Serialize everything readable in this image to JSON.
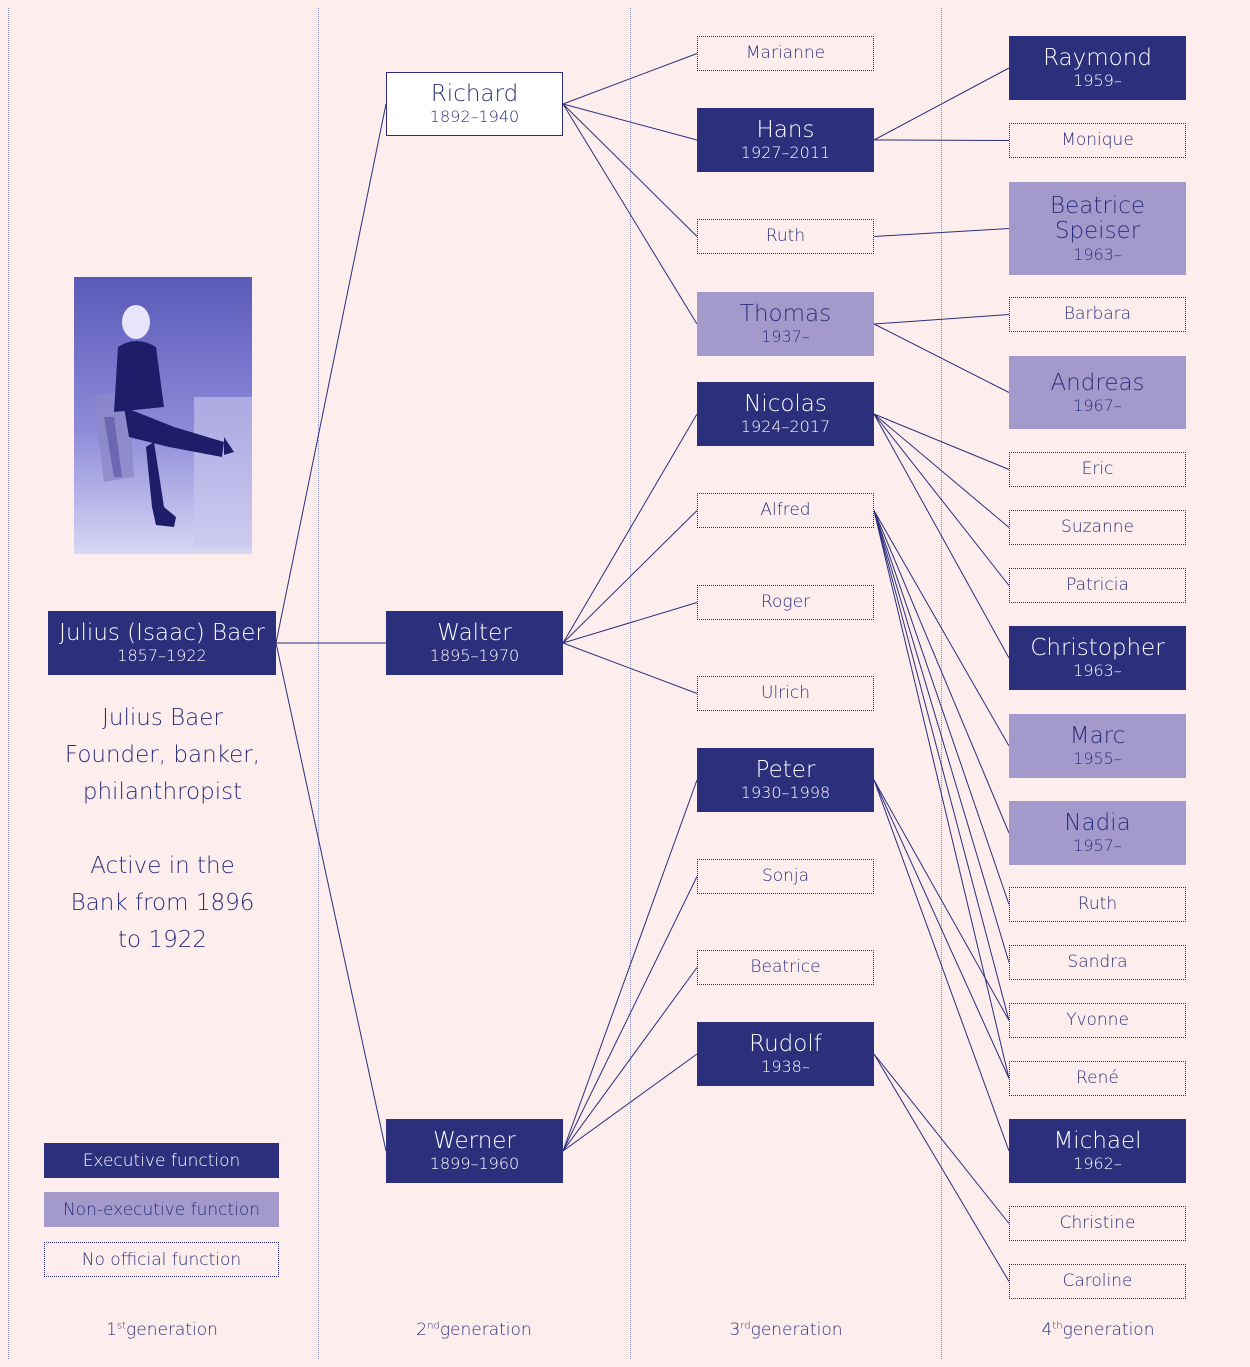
{
  "founder": {
    "name": "Julius (Isaac) Baer",
    "years": "1857–1922",
    "caption": [
      "Julius Baer",
      "Founder, banker,",
      "philanthropist",
      "",
      "Active in the",
      "Bank from 1896",
      "to 1922"
    ]
  },
  "nodes": [
    {
      "id": "julius",
      "name": "Julius (Isaac) Baer",
      "years": "1857–1922",
      "type": "exec"
    },
    {
      "id": "richard",
      "name": "Richard",
      "years": "1892–1940",
      "type": "plain"
    },
    {
      "id": "walter",
      "name": "Walter",
      "years": "1895–1970",
      "type": "exec"
    },
    {
      "id": "werner",
      "name": "Werner",
      "years": "1899–1960",
      "type": "exec"
    },
    {
      "id": "marianne",
      "name": "Marianne",
      "years": "",
      "type": "none"
    },
    {
      "id": "hans",
      "name": "Hans",
      "years": "1927–2011",
      "type": "exec"
    },
    {
      "id": "ruth3",
      "name": "Ruth",
      "years": "",
      "type": "none"
    },
    {
      "id": "thomas",
      "name": "Thomas",
      "years": "1937–",
      "type": "nonexec"
    },
    {
      "id": "nicolas",
      "name": "Nicolas",
      "years": "1924–2017",
      "type": "exec"
    },
    {
      "id": "alfred",
      "name": "Alfred",
      "years": "",
      "type": "none"
    },
    {
      "id": "roger",
      "name": "Roger",
      "years": "",
      "type": "none"
    },
    {
      "id": "ulrich",
      "name": "Ulrich",
      "years": "",
      "type": "none"
    },
    {
      "id": "peter",
      "name": "Peter",
      "years": "1930–1998",
      "type": "exec"
    },
    {
      "id": "sonja",
      "name": "Sonja",
      "years": "",
      "type": "none"
    },
    {
      "id": "beatrice3",
      "name": "Beatrice",
      "years": "",
      "type": "none"
    },
    {
      "id": "rudolf",
      "name": "Rudolf",
      "years": "1938–",
      "type": "exec"
    },
    {
      "id": "raymond",
      "name": "Raymond",
      "years": "1959–",
      "type": "exec"
    },
    {
      "id": "monique",
      "name": "Monique",
      "years": "",
      "type": "none"
    },
    {
      "id": "beatrice4",
      "name": "Beatrice\nSpeiser",
      "years": "1963–",
      "type": "nonexec"
    },
    {
      "id": "barbara",
      "name": "Barbara",
      "years": "",
      "type": "none"
    },
    {
      "id": "andreas",
      "name": "Andreas",
      "years": "1967–",
      "type": "nonexec"
    },
    {
      "id": "eric",
      "name": "Eric",
      "years": "",
      "type": "none"
    },
    {
      "id": "suzanne",
      "name": "Suzanne",
      "years": "",
      "type": "none"
    },
    {
      "id": "patricia",
      "name": "Patricia",
      "years": "",
      "type": "none"
    },
    {
      "id": "christopher",
      "name": "Christopher",
      "years": "1963–",
      "type": "exec"
    },
    {
      "id": "marc",
      "name": "Marc",
      "years": "1955–",
      "type": "nonexec"
    },
    {
      "id": "nadia",
      "name": "Nadia",
      "years": "1957–",
      "type": "nonexec"
    },
    {
      "id": "ruth4",
      "name": "Ruth",
      "years": "",
      "type": "none"
    },
    {
      "id": "sandra",
      "name": "Sandra",
      "years": "",
      "type": "none"
    },
    {
      "id": "yvonne",
      "name": "Yvonne",
      "years": "",
      "type": "none"
    },
    {
      "id": "rene",
      "name": "René",
      "years": "",
      "type": "none"
    },
    {
      "id": "michael",
      "name": "Michael",
      "years": "1962–",
      "type": "exec"
    },
    {
      "id": "christine",
      "name": "Christine",
      "years": "",
      "type": "none"
    },
    {
      "id": "caroline",
      "name": "Caroline",
      "years": "",
      "type": "none"
    }
  ],
  "edges": [
    [
      "julius",
      "richard"
    ],
    [
      "julius",
      "walter"
    ],
    [
      "julius",
      "werner"
    ],
    [
      "richard",
      "marianne"
    ],
    [
      "richard",
      "hans"
    ],
    [
      "richard",
      "ruth3"
    ],
    [
      "richard",
      "thomas"
    ],
    [
      "walter",
      "nicolas"
    ],
    [
      "walter",
      "alfred"
    ],
    [
      "walter",
      "roger"
    ],
    [
      "walter",
      "ulrich"
    ],
    [
      "werner",
      "peter"
    ],
    [
      "werner",
      "sonja"
    ],
    [
      "werner",
      "beatrice3"
    ],
    [
      "werner",
      "rudolf"
    ],
    [
      "hans",
      "raymond"
    ],
    [
      "hans",
      "monique"
    ],
    [
      "ruth3",
      "beatrice4"
    ],
    [
      "thomas",
      "barbara"
    ],
    [
      "thomas",
      "andreas"
    ],
    [
      "nicolas",
      "eric"
    ],
    [
      "nicolas",
      "suzanne"
    ],
    [
      "nicolas",
      "patricia"
    ],
    [
      "nicolas",
      "christopher"
    ],
    [
      "alfred",
      "marc"
    ],
    [
      "alfred",
      "nadia"
    ],
    [
      "alfred",
      "ruth4"
    ],
    [
      "alfred",
      "sandra"
    ],
    [
      "alfred",
      "yvonne"
    ],
    [
      "alfred",
      "rene"
    ],
    [
      "peter",
      "yvonne"
    ],
    [
      "peter",
      "rene"
    ],
    [
      "peter",
      "michael"
    ],
    [
      "rudolf",
      "christine"
    ],
    [
      "rudolf",
      "caroline"
    ]
  ],
  "legend": [
    {
      "label": "Executive function",
      "type": "exec"
    },
    {
      "label": "Non-executive function",
      "type": "nonexec"
    },
    {
      "label": "No official function",
      "type": "none"
    }
  ],
  "generations": [
    {
      "num": "1",
      "sup": "st",
      "label": "generation"
    },
    {
      "num": "2",
      "sup": "nd",
      "label": "generation"
    },
    {
      "num": "3",
      "sup": "rd",
      "label": "generation"
    },
    {
      "num": "4",
      "sup": "th",
      "label": "generation"
    }
  ]
}
